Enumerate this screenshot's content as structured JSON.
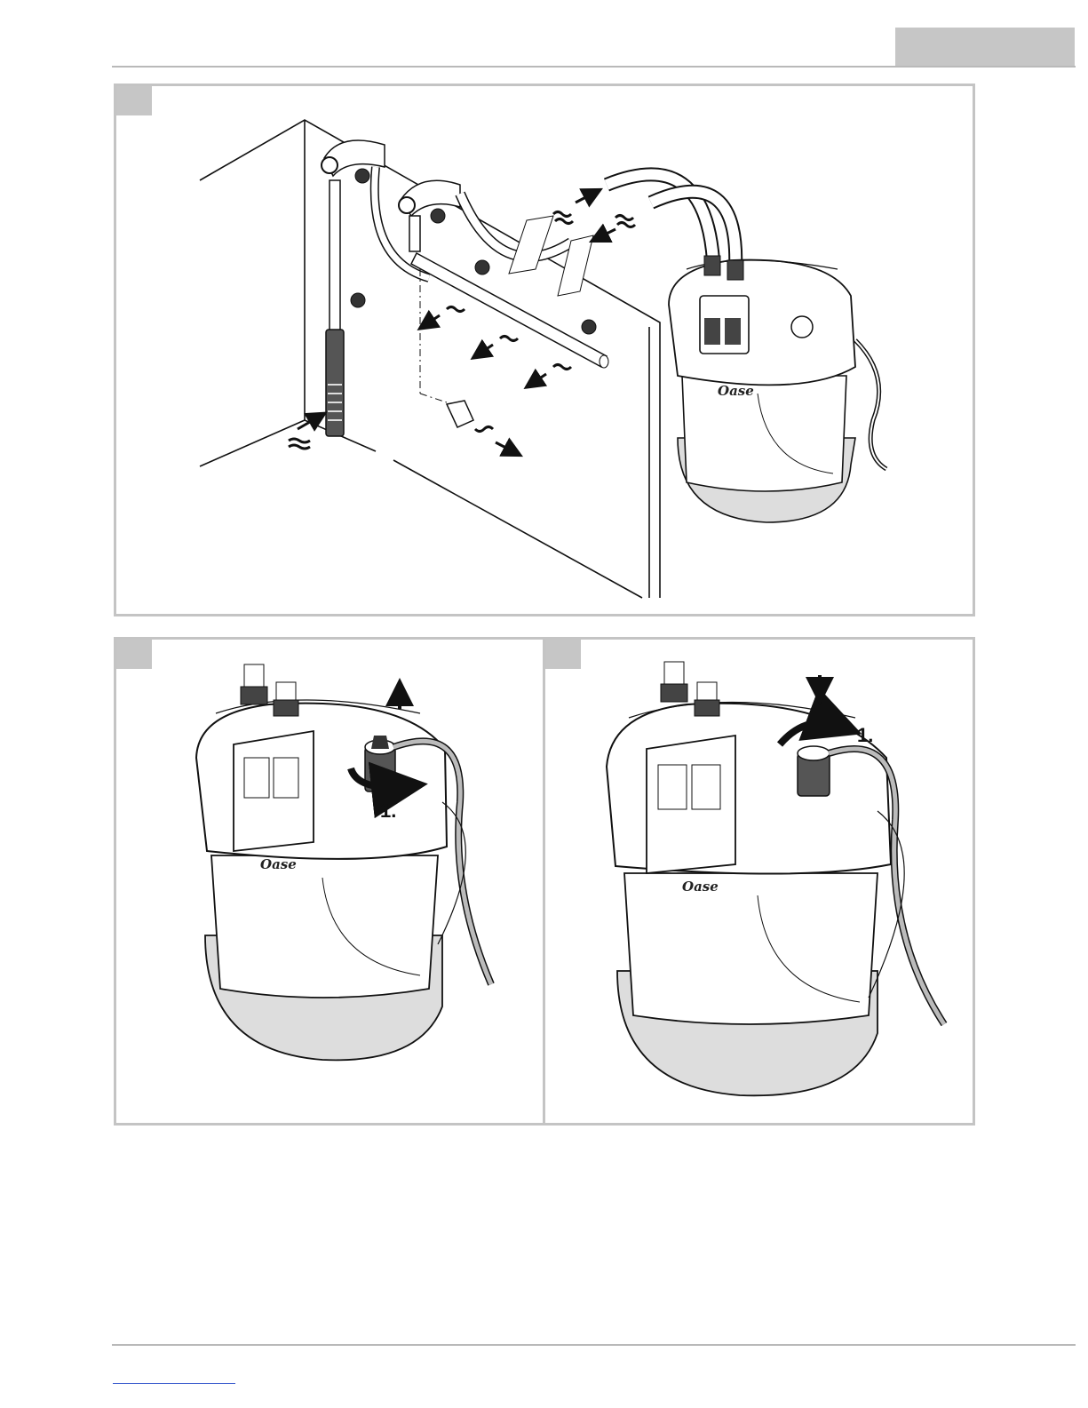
{
  "page": {
    "background": "#ffffff",
    "rule_color": "#b9b9b9",
    "tab_color": "#c6c6c6"
  },
  "figures": [
    {
      "id": "installation-overview",
      "icons": [
        "aquarium-icon",
        "suction-pipe-icon",
        "outlet-pipe-icon",
        "spray-bar-icon",
        "hose-icon",
        "canister-filter-icon",
        "flow-arrow-icon"
      ]
    },
    {
      "id": "open-valve",
      "step_label": "1.",
      "icons": [
        "canister-filter-icon",
        "rotate-arrow-icon",
        "up-arrow-icon",
        "power-cable-icon"
      ]
    },
    {
      "id": "close-valve",
      "step_label": "1.",
      "icons": [
        "canister-filter-icon",
        "rotate-arrow-icon",
        "down-arrow-icon",
        "power-cable-icon"
      ]
    }
  ],
  "brand_logo": "Oase"
}
